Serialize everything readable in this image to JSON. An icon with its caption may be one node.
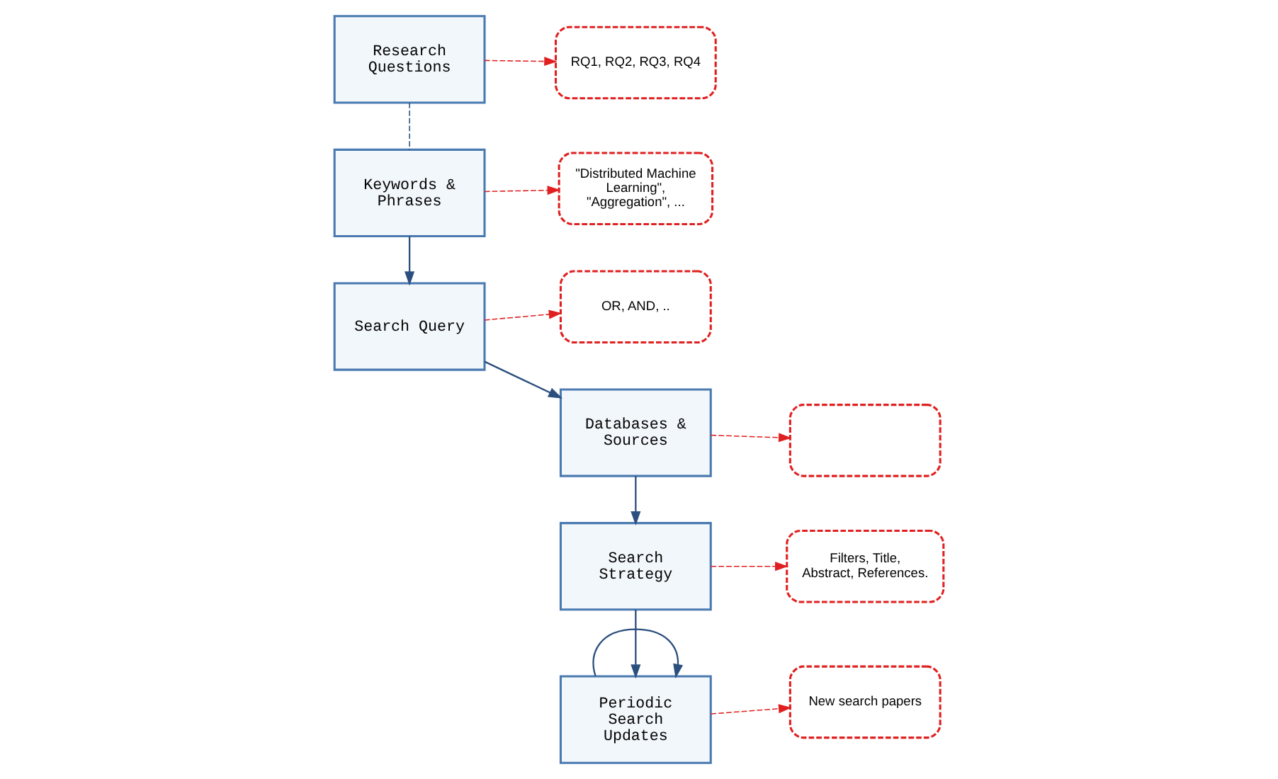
{
  "diagram": {
    "nodes": [
      {
        "text": [
          "RQ1, RQ2, RQ3, RQ4"
        ]
      },
      {
        "text": [
          "\"Distributed Machine Learning\", \"Aggregation\", ..."
        ]
      },
      {
        "text": [
          "OR, AND, .."
        ]
      },
      {
        "text": [
          "Research Questions"
        ]
      },
      {
        "text": [
          "Keywords & Phrases"
        ]
      },
      {
        "text": [
          "Search Query"
        ]
      },
      {
        "text": [
          "Databases & Sources"
        ]
      },
      {
        "text": [
          "Search Strategy"
        ]
      },
      {
        "text": [
          "Periodic Search Updates"
        ]
      },
      {
        "text": [],
        "shape": "box"
      },
      {
        "text": [
          "Filters, Title, Abstract, References."
        ]
      },
      {
        "text": [
          "New search papers"
        ]
      }
    ],
    "edges": [
      {
        "from": 3,
        "to": 0,
        "arrow": "to",
        "style": "dashed",
        "color": "#e02020"
      },
      {
        "from": 3,
        "to": 4,
        "arrow": "none",
        "style": "dashed",
        "color": "#2b4f7e"
      },
      {
        "from": 4,
        "to": 1,
        "arrow": "to",
        "style": "dashed",
        "color": "#e02020"
      },
      {
        "from": 4,
        "to": 5,
        "arrow": "to",
        "color": "#2b4f7e"
      },
      {
        "from": 5,
        "to": 2,
        "arrow": "to",
        "style": "dashed",
        "color": "#e02020"
      },
      {
        "from": 5,
        "to": 6,
        "arrow": "to",
        "color": "#2b4f7e"
      },
      {
        "from": 6,
        "to": 9,
        "arrow": "to",
        "style": "dashed",
        "color": "#e02020"
      },
      {
        "from": 6,
        "to": 7,
        "arrow": "to",
        "color": "#2b4f7e"
      },
      {
        "from": 7,
        "to": 10,
        "arrow": "to",
        "style": "dashed",
        "color": "#e02020"
      },
      {
        "from": 7,
        "to": 8,
        "arrow": "to",
        "color": "#2b4f7e"
      },
      {
        "from": 8,
        "to": 11,
        "arrow": "to",
        "style": "dashed",
        "color": "#e02020"
      },
      {
        "from": 8,
        "to": 8,
        "arrow": "to",
        "color": "#2b4f7e"
      }
    ]
  }
}
